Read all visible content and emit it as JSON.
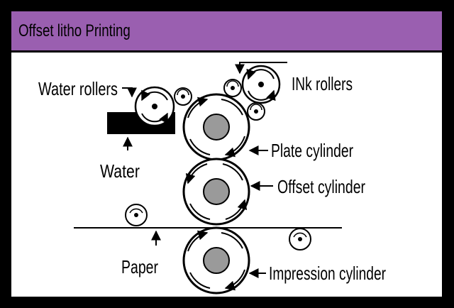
{
  "title": "Offset litho Printing",
  "labels": {
    "water_rollers": "Water rollers",
    "ink_rollers": "INk rollers",
    "water": "Water",
    "plate_cylinder": "Plate cylinder",
    "offset_cylinder": "Offset cylinder",
    "paper": "Paper",
    "impression_cylinder": "Impression cylinder"
  },
  "colors": {
    "title_bar": "#9a5fb0",
    "cylinder_core": "#9a9a9a",
    "frame": "#000000",
    "background": "#ffffff"
  }
}
